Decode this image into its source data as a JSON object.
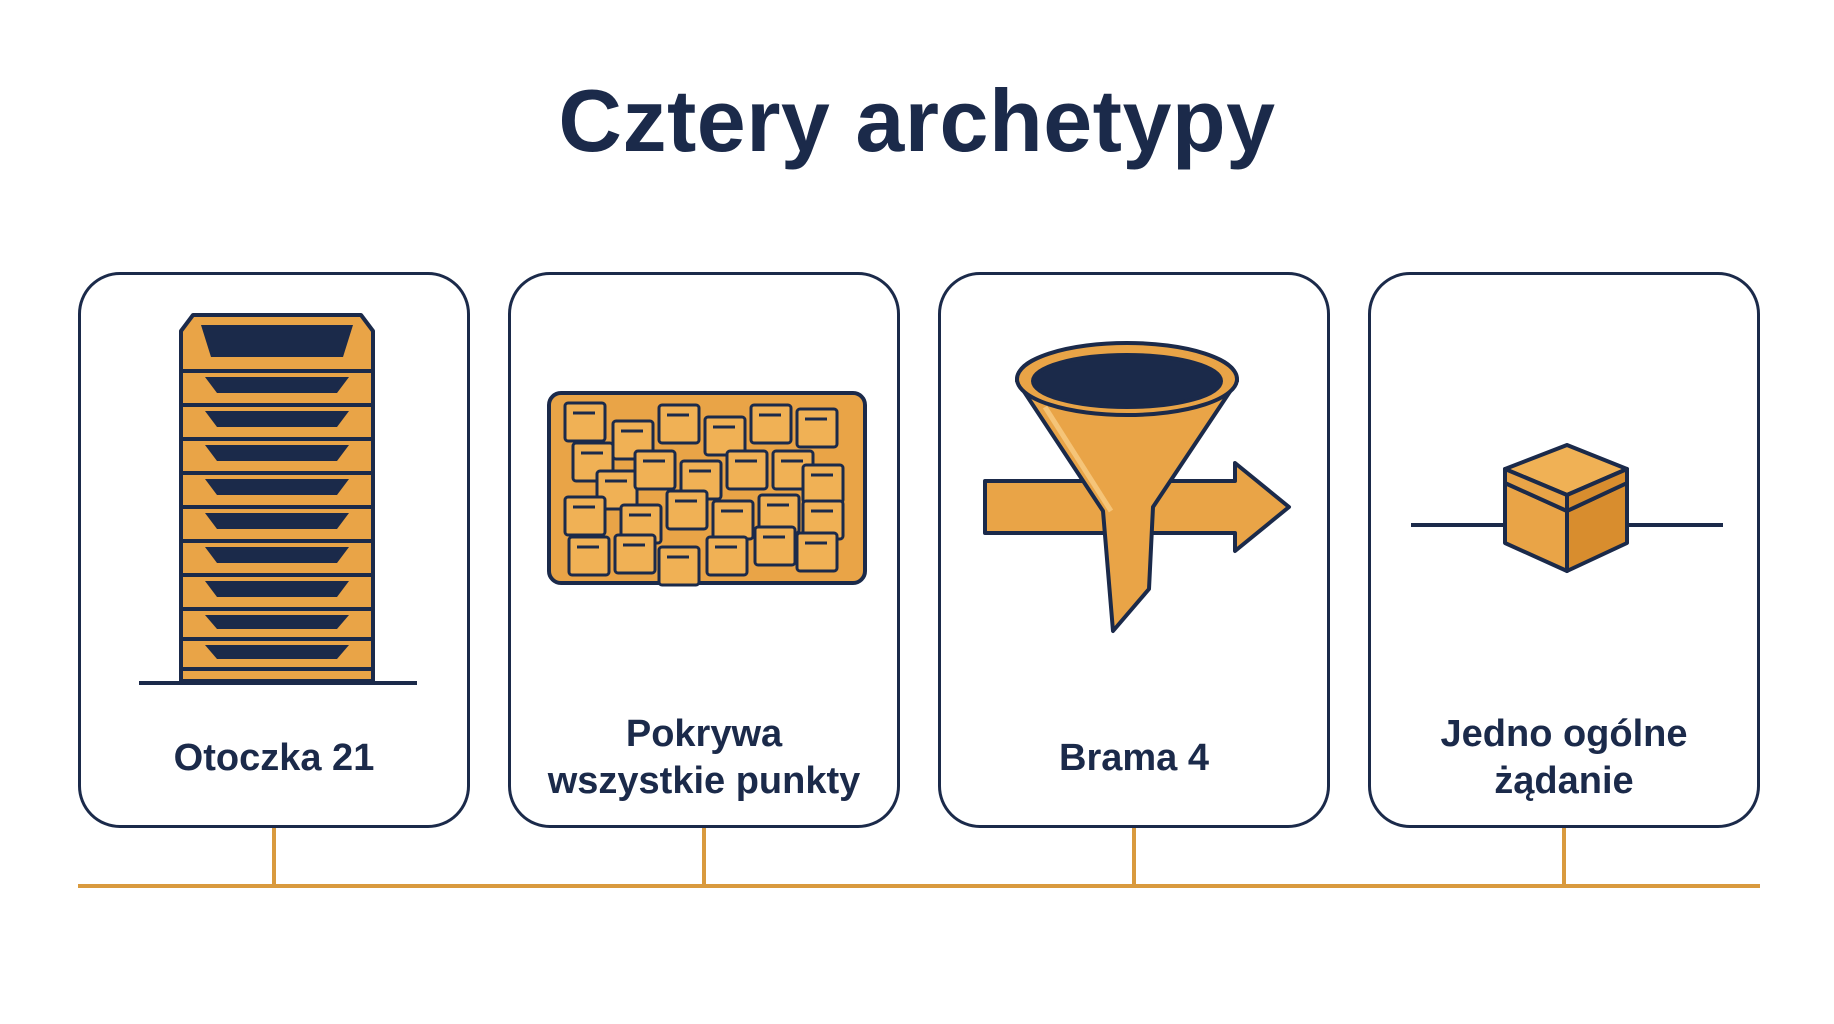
{
  "title": "Cztery archetypy",
  "colors": {
    "navy": "#1b2a4a",
    "orange": "#e9a447",
    "orange_dark": "#d88d2e",
    "connector": "#d99a3e"
  },
  "cards": [
    {
      "icon": "stacked-trays-icon",
      "label_lines": [
        "Otoczka 21"
      ]
    },
    {
      "icon": "board-of-notes-icon",
      "label_lines": [
        "Pokrywa",
        "wszystkie punkty"
      ]
    },
    {
      "icon": "funnel-gate-icon",
      "label_lines": [
        "Brama 4"
      ]
    },
    {
      "icon": "single-box-icon",
      "label_lines": [
        "Jedno ogólne",
        "żądanie"
      ]
    }
  ]
}
